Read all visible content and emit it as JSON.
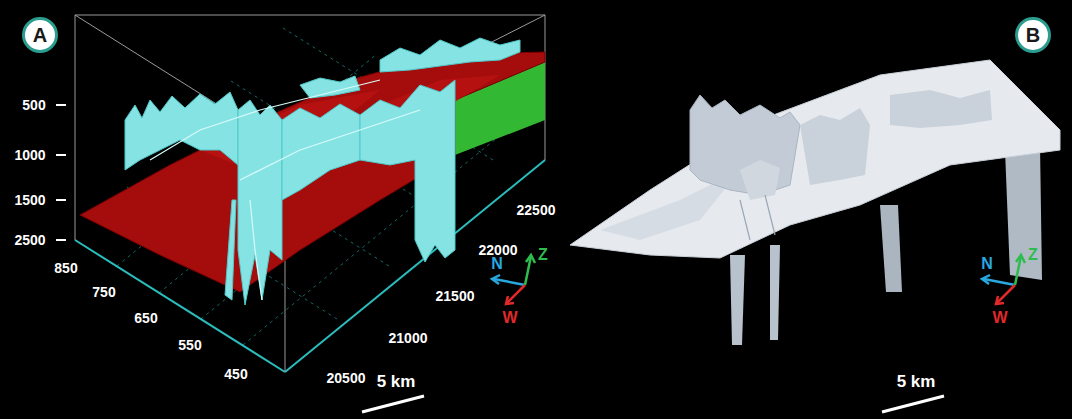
{
  "diagram": {
    "nodes": [
      {
        "text": [
          "A"
        ]
      },
      {
        "text": [
          "B"
        ]
      }
    ],
    "labels": [
      "500",
      "1000",
      "1500",
      "2500",
      "850",
      "750",
      "650",
      "550",
      "450",
      "22500",
      "22000",
      "21500",
      "21000",
      "20500",
      "N",
      "Z",
      "W",
      "5 km",
      "N",
      "Z",
      "W",
      "5 km"
    ]
  }
}
